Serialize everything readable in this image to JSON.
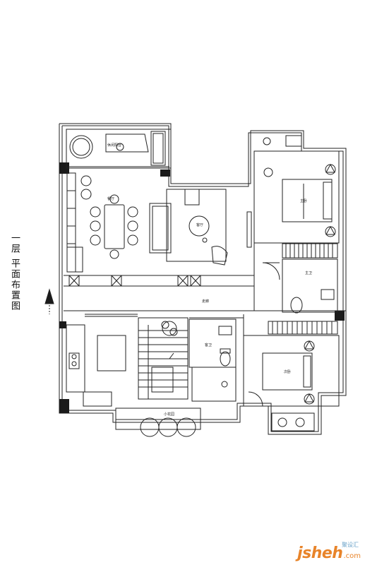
{
  "drawing": {
    "title": "一层 平面布置图"
  },
  "rooms": {
    "balcony": "休闲阳台",
    "dining": "餐厅",
    "living": "客厅",
    "corridor": "走廊",
    "bedroom1": "主卧",
    "bedroom1_bath": "主卫",
    "bedroom2": "次卧",
    "bath2": "客卫",
    "garden": "小花园"
  },
  "watermark": {
    "main": "jsheh",
    "com": ".com",
    "cn": "聚设汇"
  },
  "colors": {
    "line": "#222222",
    "wall": "#1a1a1a",
    "brand": "#e8842a"
  }
}
